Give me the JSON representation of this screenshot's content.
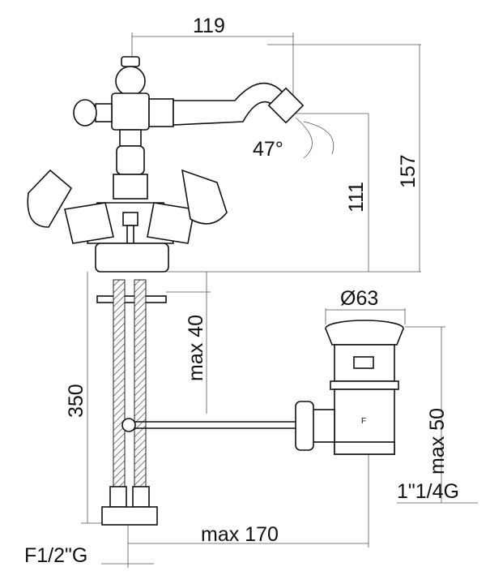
{
  "drawing": {
    "dimensions": {
      "spout_reach": "119",
      "swivel_angle": "47°",
      "spout_height": "111",
      "total_height": "157",
      "waste_diameter": "Ø63",
      "deck_thickness": "max 40",
      "hose_length": "350",
      "waste_thickness": "max 50",
      "waste_thread": "1\"1/4G",
      "rod_length": "max 170",
      "hose_thread": "F1/2\"G"
    },
    "waste_body_mark": "F"
  }
}
